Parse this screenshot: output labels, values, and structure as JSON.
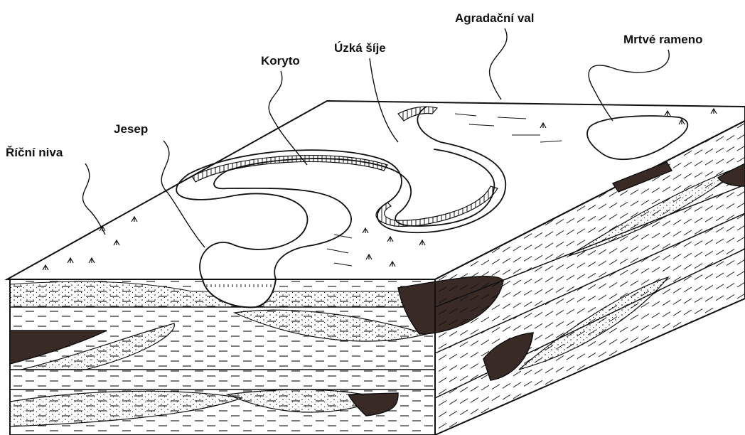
{
  "labels": {
    "floodplain": "Říční niva",
    "point_bar": "Jesep",
    "channel": "Koryto",
    "meander_neck": "Úzká šíje",
    "natural_levee": "Agradační val",
    "oxbow_lake": "Mrtvé rameno"
  },
  "colors": {
    "ink": "#111111",
    "clay_fill": "#3a2a26",
    "background": "#ffffff"
  }
}
